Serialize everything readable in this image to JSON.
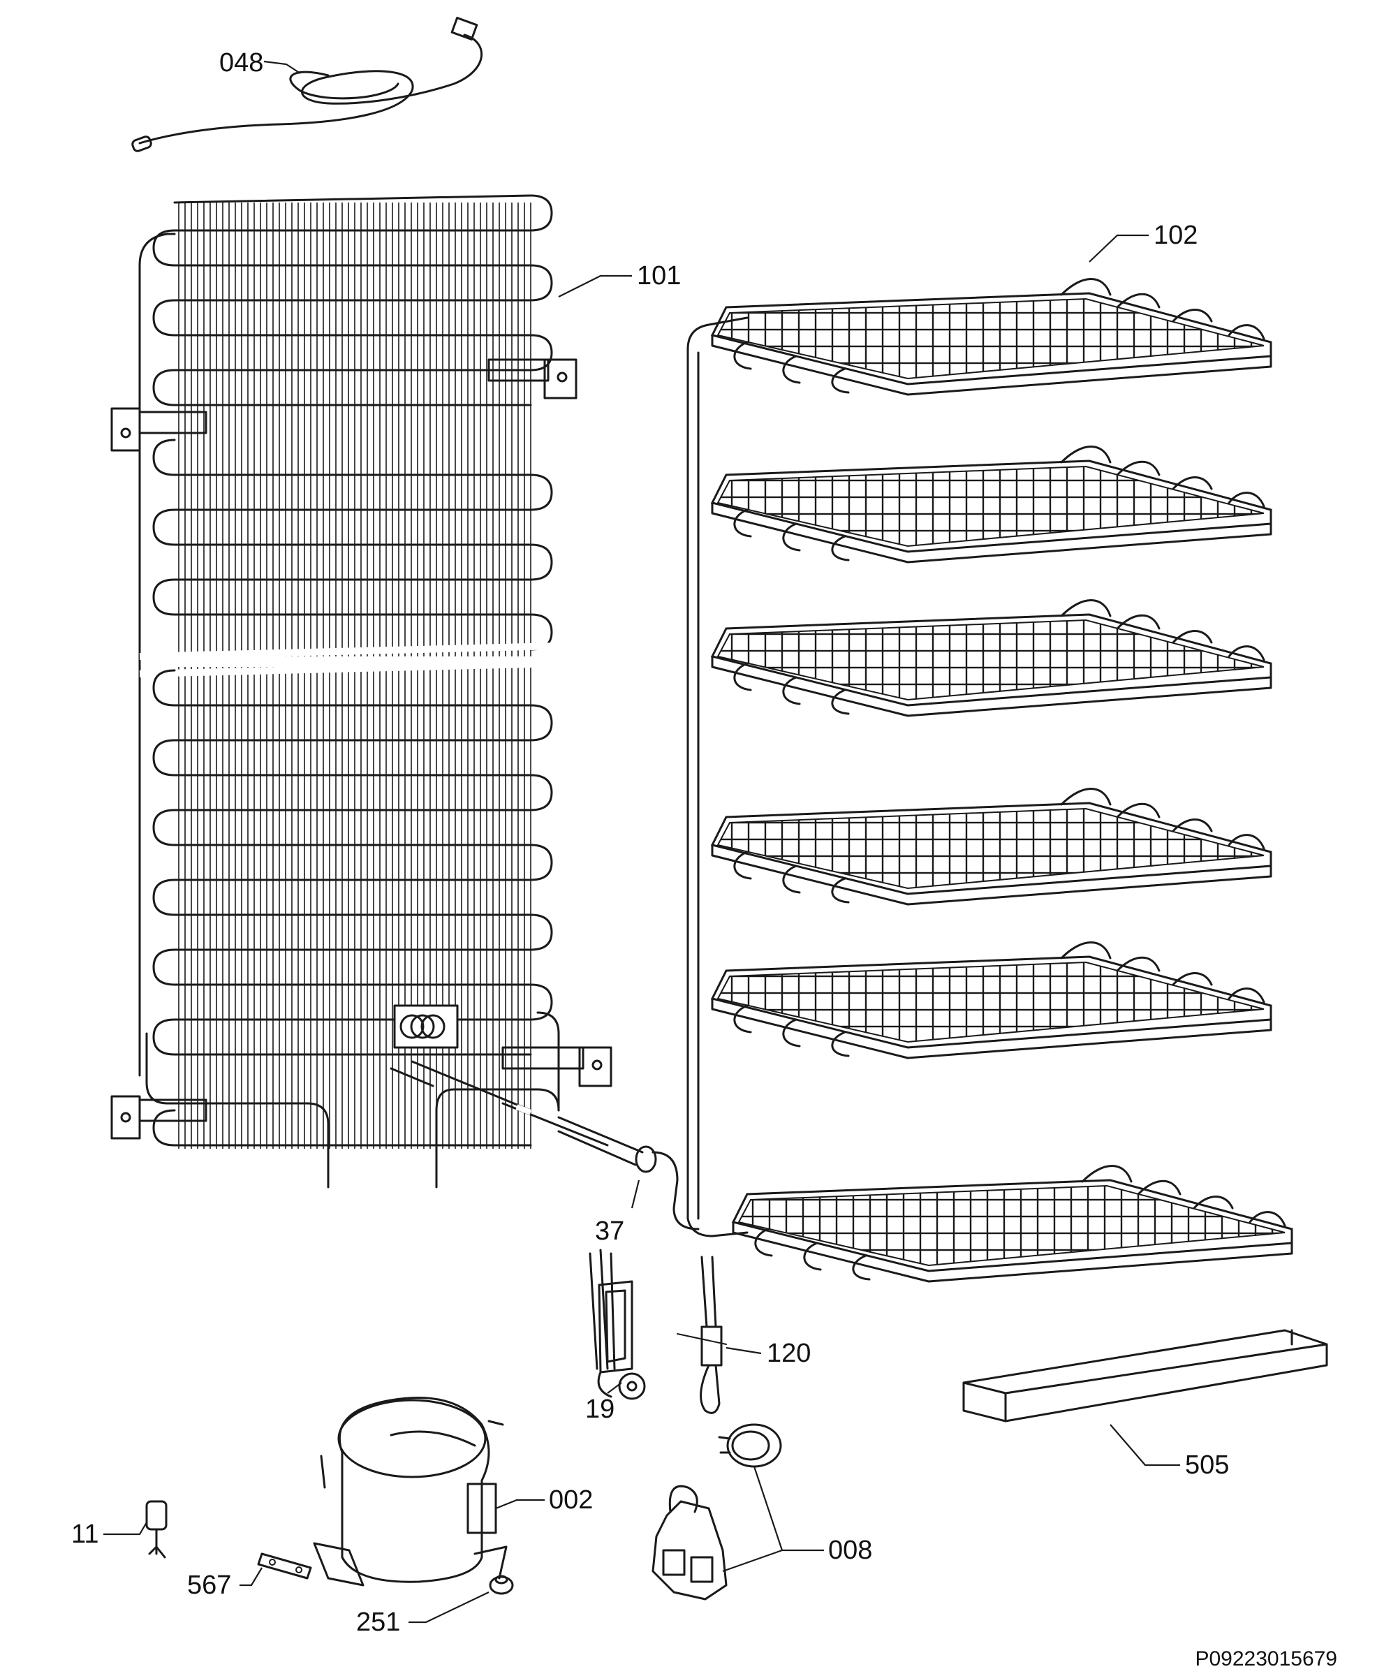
{
  "diagram": {
    "reference_code": "P09223015679",
    "colors": {
      "ink": "#1a1a1a",
      "paper": "#ffffff"
    },
    "parts": [
      {
        "id": "048",
        "label": "048",
        "component": "sensor-cable"
      },
      {
        "id": "101",
        "label": "101",
        "component": "condenser"
      },
      {
        "id": "102",
        "label": "102",
        "component": "evaporator-shelves"
      },
      {
        "id": "37",
        "label": "37",
        "component": "drier-filter"
      },
      {
        "id": "120",
        "label": "120",
        "component": "thermal-fuse"
      },
      {
        "id": "19",
        "label": "19",
        "component": "heater"
      },
      {
        "id": "505",
        "label": "505",
        "component": "handle-bar"
      },
      {
        "id": "002",
        "label": "002",
        "component": "compressor"
      },
      {
        "id": "008",
        "label": "008",
        "component": "relay-and-overload"
      },
      {
        "id": "11",
        "label": "11",
        "component": "process-valve"
      },
      {
        "id": "567",
        "label": "567",
        "component": "bracket"
      },
      {
        "id": "251",
        "label": "251",
        "component": "grommet"
      }
    ]
  }
}
